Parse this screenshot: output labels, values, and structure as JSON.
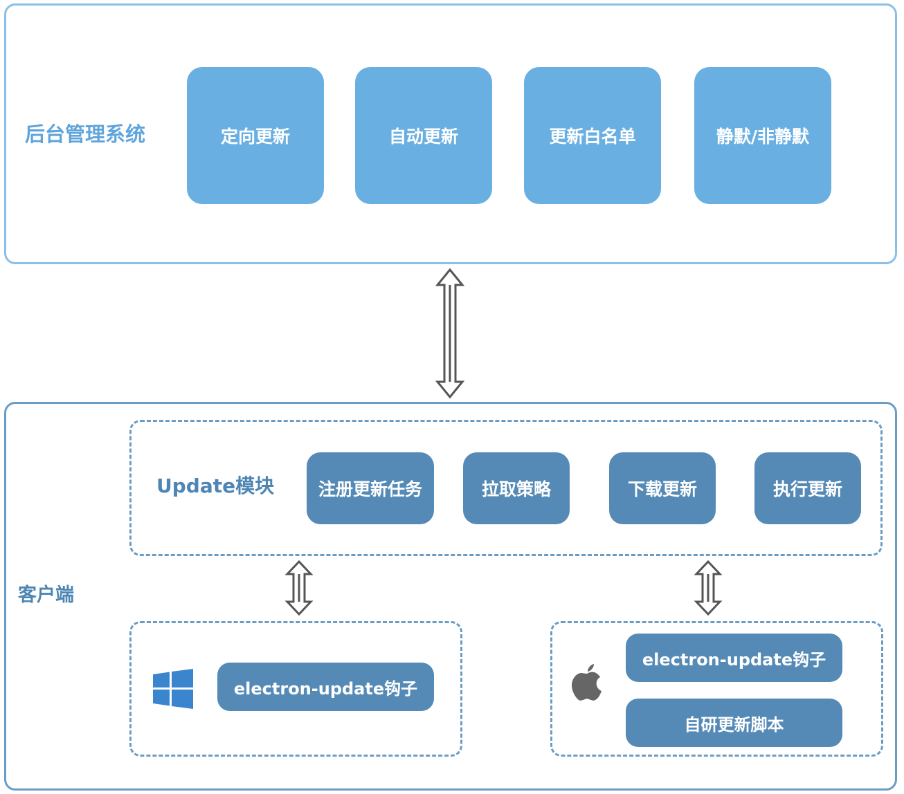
{
  "admin": {
    "title": "后台管理系统",
    "tiles": [
      "定向更新",
      "自动更新",
      "更新白名单",
      "静默/非静默"
    ]
  },
  "client": {
    "title": "客户端",
    "module": {
      "title": "Update模块",
      "steps": [
        "注册更新任务",
        "拉取策略",
        "下载更新",
        "执行更新"
      ]
    },
    "windows": {
      "icon": "windows-logo-icon",
      "hook_label": "electron-update钩子"
    },
    "mac": {
      "icon": "apple-logo-icon",
      "hook_label": "electron-update钩子",
      "script_label": "自研更新脚本"
    }
  },
  "colors": {
    "admin_tile": "#6aafe2",
    "client_pill": "#548ab5",
    "admin_border": "#8cbfe6",
    "client_border": "#6a9cc4"
  }
}
